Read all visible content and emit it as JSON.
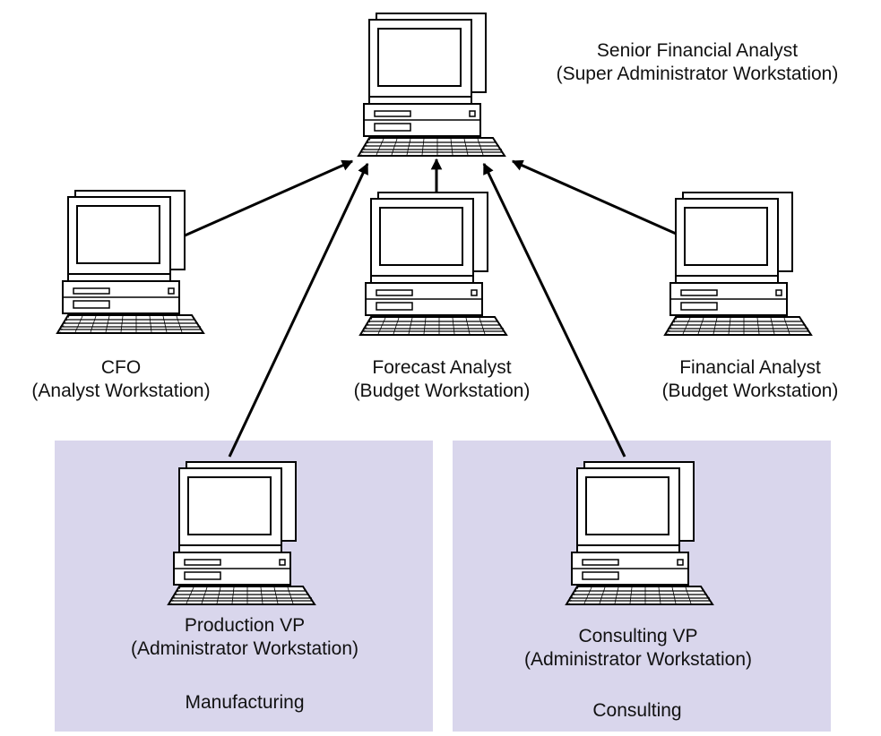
{
  "colors": {
    "group_fill": "#d9d6ec",
    "line": "#000000",
    "computer_fill": "#ffffff"
  },
  "groups": [
    {
      "id": "manufacturing",
      "label": "Manufacturing"
    },
    {
      "id": "consulting",
      "label": "Consulting"
    }
  ],
  "nodes": [
    {
      "id": "senior",
      "icon": "computer-icon",
      "role": "Senior Financial Analyst",
      "workstation": "(Super Administrator Workstation)"
    },
    {
      "id": "cfo",
      "icon": "computer-icon",
      "role": "CFO",
      "workstation": "(Analyst Workstation)"
    },
    {
      "id": "forecast",
      "icon": "computer-icon",
      "role": "Forecast Analyst",
      "workstation": "(Budget Workstation)"
    },
    {
      "id": "financial",
      "icon": "computer-icon",
      "role": "Financial Analyst",
      "workstation": "(Budget Workstation)"
    },
    {
      "id": "production",
      "icon": "computer-icon",
      "role": "Production VP",
      "workstation": "(Administrator  Workstation)"
    },
    {
      "id": "consultingvp",
      "icon": "computer-icon",
      "role": "Consulting VP",
      "workstation": "(Administrator  Workstation)"
    }
  ],
  "edges": [
    {
      "from": "cfo",
      "to": "senior"
    },
    {
      "from": "production",
      "to": "senior"
    },
    {
      "from": "forecast",
      "to": "senior"
    },
    {
      "from": "consultingvp",
      "to": "senior"
    },
    {
      "from": "financial",
      "to": "senior"
    }
  ]
}
